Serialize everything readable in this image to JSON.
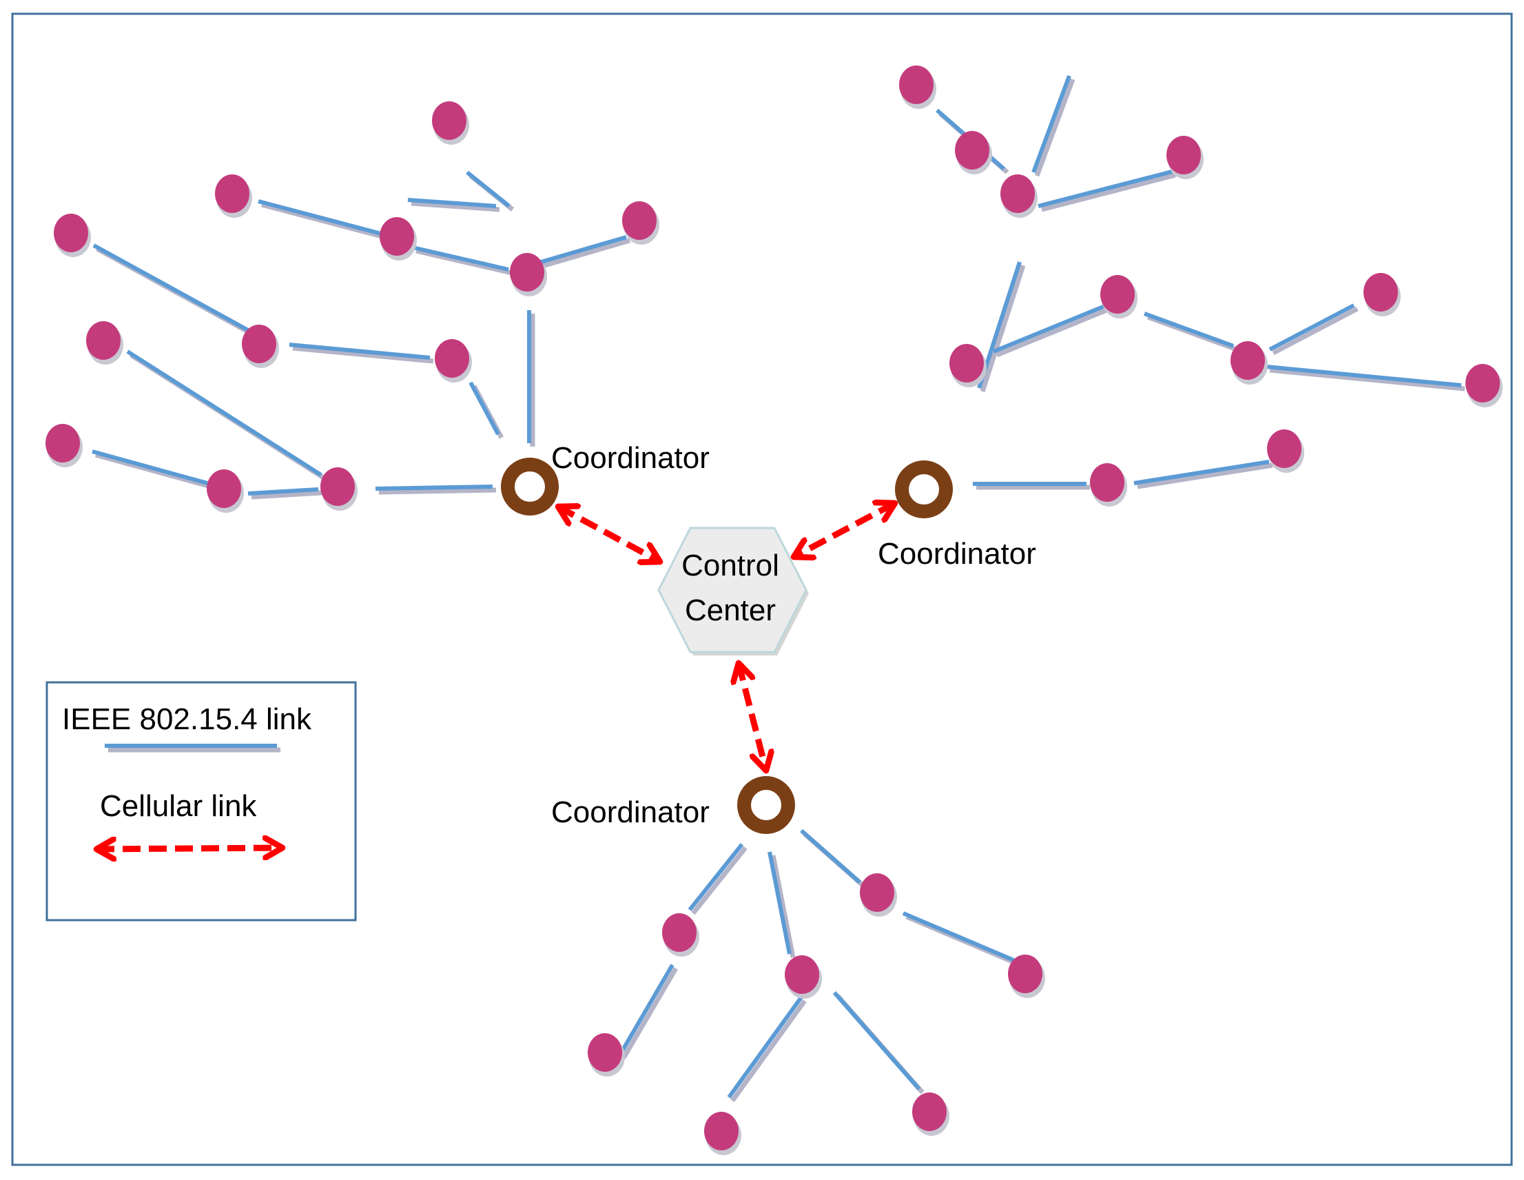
{
  "colors": {
    "frame": "#41719c",
    "ieee_link": "#5b9bd5",
    "ieee_shadow": "#b4b4c8",
    "cellular_link": "#ff0000",
    "end_node": "#c43b7c",
    "coordinator_ring": "#7b3f16",
    "control_center_fill": "#ececec",
    "control_center_stroke": "#bcd7dc"
  },
  "control_center": {
    "line1": "Control",
    "line2": "Center"
  },
  "coordinators": [
    {
      "label": "Coordinator"
    },
    {
      "label": "Coordinator"
    },
    {
      "label": "Coordinator"
    }
  ],
  "legend": {
    "ieee_label": "IEEE 802.15.4 link",
    "cellular_label": "Cellular link"
  },
  "icons": {
    "end_node": "end-node-icon",
    "coordinator": "coordinator-icon",
    "control_center": "hexagon-icon"
  }
}
